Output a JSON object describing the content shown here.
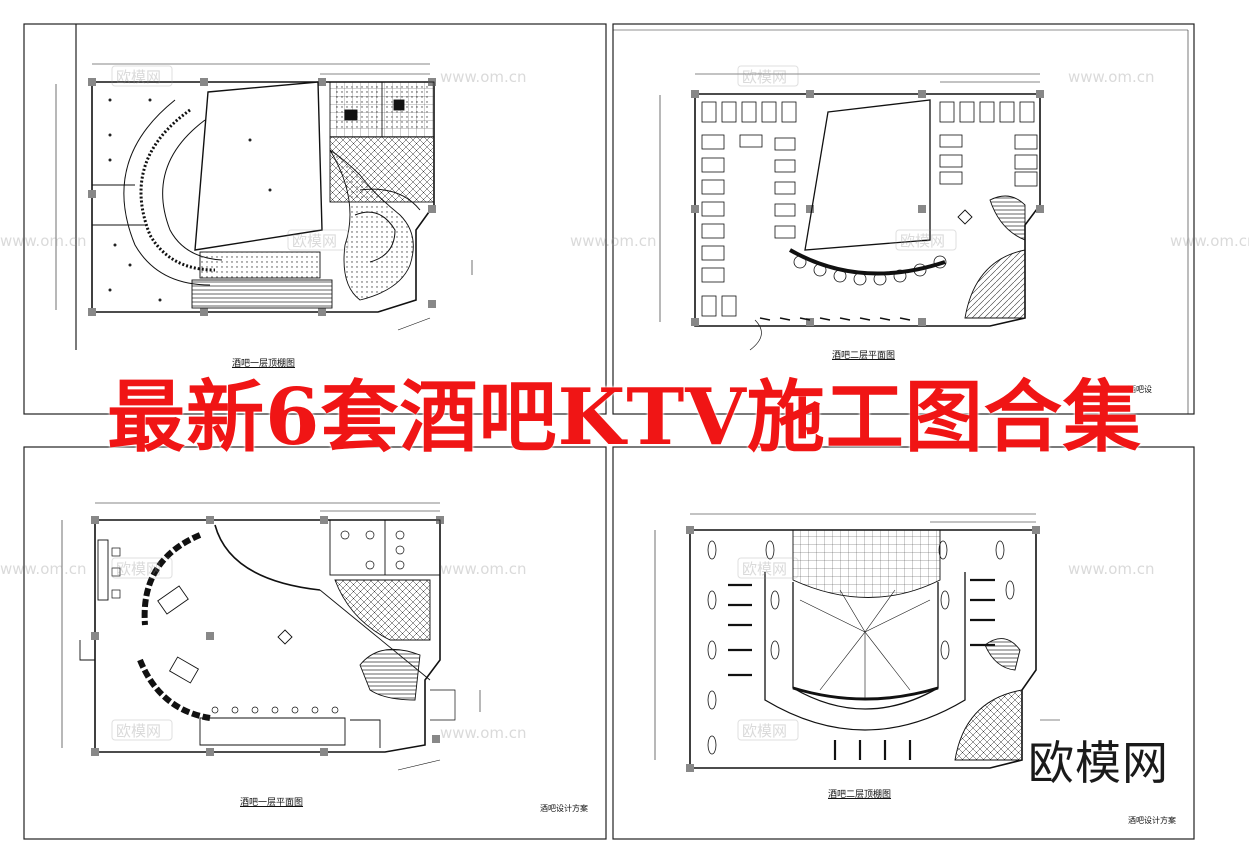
{
  "headline": "最新6套酒吧KTV施工图合集",
  "brand": "欧模网",
  "watermark": {
    "logo": "欧模网",
    "url": "www.om.cn"
  },
  "panels": {
    "top_left": {
      "caption": "酒吧一层顶棚图"
    },
    "top_right": {
      "caption": "酒吧二层平面图",
      "side_note": "酒吧设"
    },
    "bottom_left": {
      "caption": "酒吧一层平面图",
      "note": "酒吧设计方案"
    },
    "bottom_right": {
      "caption": "酒吧二层顶棚图",
      "note": "酒吧设计方案"
    }
  },
  "colors": {
    "headline": "#f01515",
    "line": "#111111",
    "hatch": "#555555"
  }
}
